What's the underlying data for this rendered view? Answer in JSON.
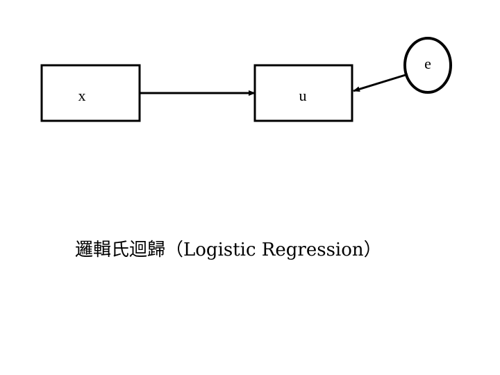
{
  "diagram": {
    "nodes": {
      "x": {
        "label": "x"
      },
      "u": {
        "label": "u"
      },
      "e": {
        "label": "e"
      }
    },
    "edges": [
      {
        "from": "x",
        "to": "u"
      },
      {
        "from": "e",
        "to": "u"
      }
    ],
    "caption": "邏輯氏迴歸（Logistic Regression）"
  }
}
